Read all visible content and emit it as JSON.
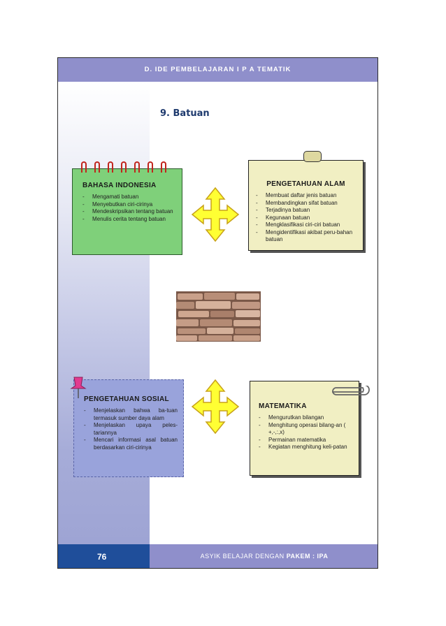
{
  "header": {
    "title": "D.  IDE  PEMBELAJARAN  I P A  TEMATIK"
  },
  "section": {
    "title": "9.   Batuan"
  },
  "cards": {
    "bahasa": {
      "title": "BAHASA INDONESIA",
      "items": [
        "Mengamati batuan",
        "Menyebutkan ciri-cirinya",
        "Mendeskripsikan tentang batuan",
        "Menulis cerita tentang batuan"
      ]
    },
    "alam": {
      "title": "PENGETAHUAN ALAM",
      "items": [
        "Membuat daftar jenis batuan",
        "Membandingkan sifat batuan",
        "Terjadinya batuan",
        "Kegunaan batuan",
        "Mengklasifikasi ciri-ciri batuan",
        "Mengidentifikasi akibat peru-bahan batuan"
      ]
    },
    "sosial": {
      "title": "PENGETAHUAN SOSIAL",
      "items": [
        "Menjelaskan bahwa ba-tuan termasuk sumber daya alam",
        "Menjelaskan upaya peles-tariannya",
        "Mencari informasi asal batuan berdasarkan ciri-cirinya"
      ]
    },
    "matematika": {
      "title": "MATEMATIKA",
      "items": [
        "Mengurutkan bilangan",
        "Menghitung operasi bilang-an ( +,-,:,x)",
        "Permainan matematika",
        "Kegiatan menghitung keli-patan"
      ]
    }
  },
  "footer": {
    "page_number": "76",
    "text_prefix": "ASYIK BELAJAR DENGAN ",
    "text_bold": "PAKEM : IPA"
  },
  "colors": {
    "header": "#8f8fcb",
    "footer_left": "#1f4e9a",
    "green_card": "#7fd07a",
    "blue_card": "#99a3db",
    "note_card": "#f1efc3",
    "arrow": "#ffff33"
  },
  "icons": [
    "spiral-binding-rings-icon",
    "clip-icon",
    "push-pin-icon",
    "paperclip-icon",
    "four-way-arrow-icon",
    "rock-wall-image"
  ]
}
